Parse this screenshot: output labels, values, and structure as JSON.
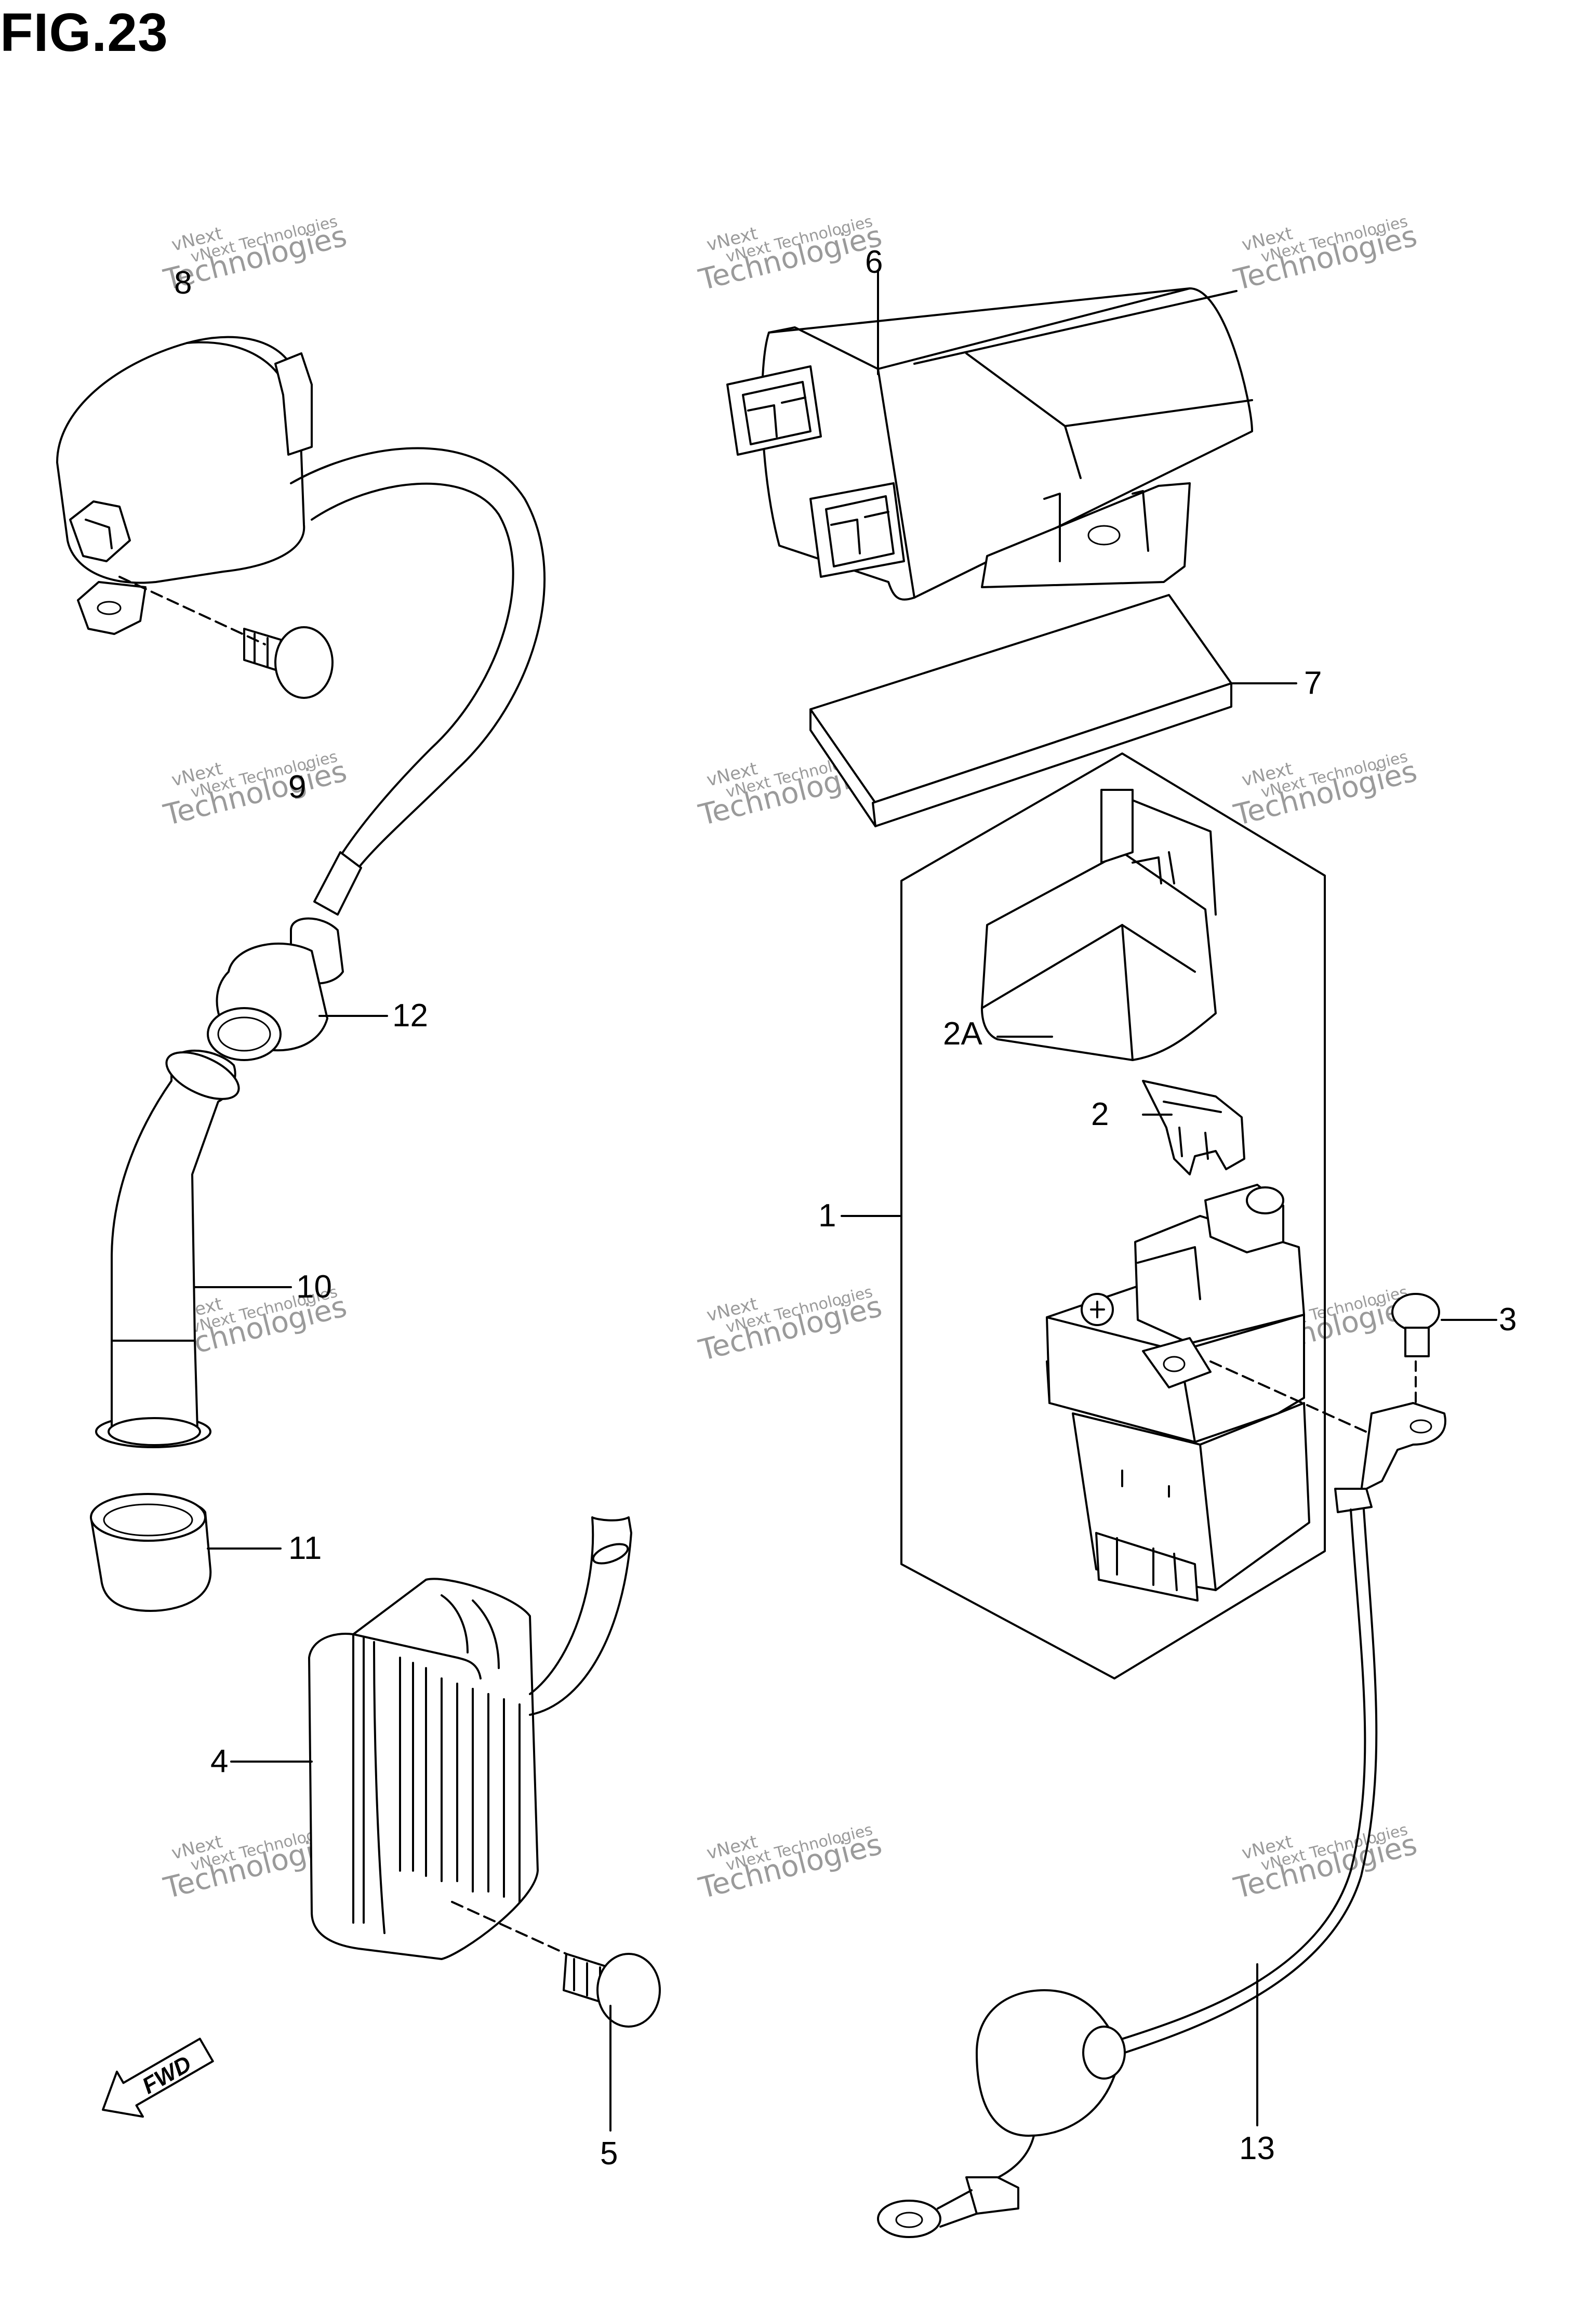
{
  "figure": {
    "title": "FIG.23"
  },
  "callouts": {
    "c1": "1",
    "c2": "2",
    "c2a": "2A",
    "c3": "3",
    "c4": "4",
    "c5": "5",
    "c6": "6",
    "c7": "7",
    "c8": "8",
    "c9": "9",
    "c10": "10",
    "c11": "11",
    "c12": "12",
    "c13": "13"
  },
  "fwd_badge": "FWD",
  "watermark": {
    "line1": "vNext Technologies",
    "line2": "vNext",
    "line3": "Technologies"
  }
}
